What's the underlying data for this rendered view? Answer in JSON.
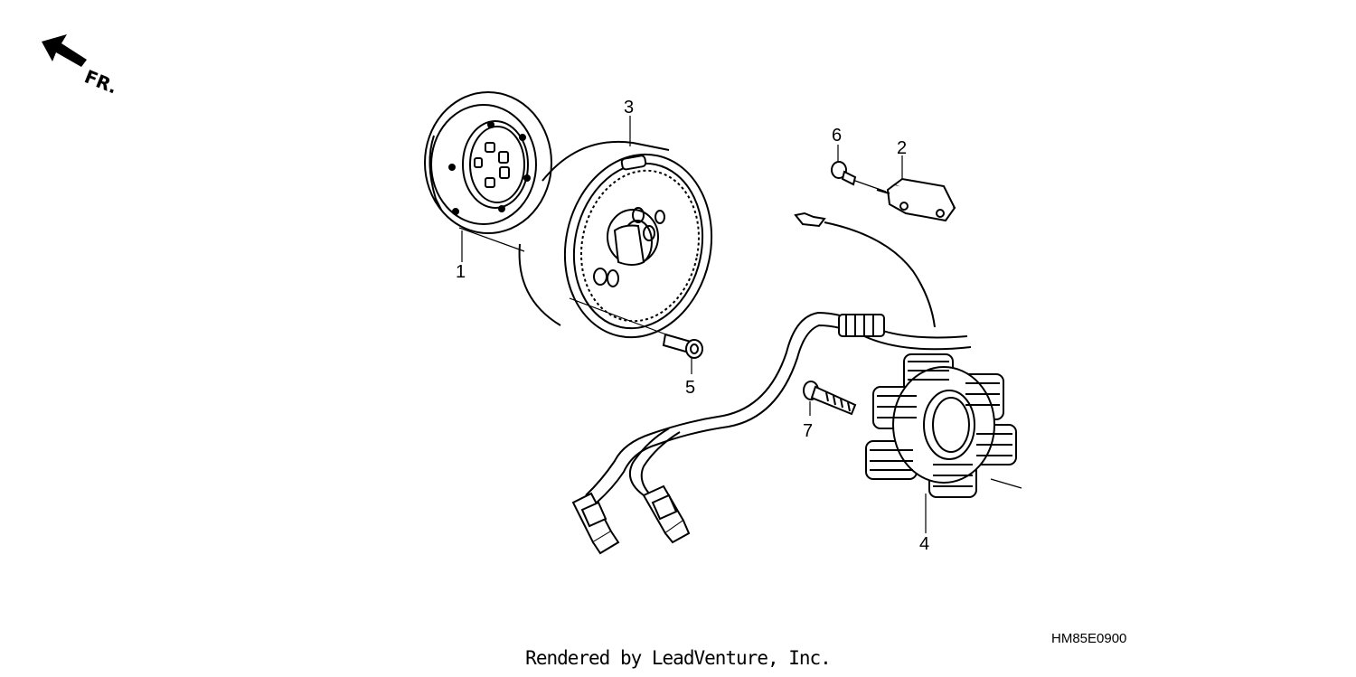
{
  "direction_label": "FR.",
  "callouts": {
    "c1": "1",
    "c2": "2",
    "c3": "3",
    "c4": "4",
    "c5": "5",
    "c6": "6",
    "c7": "7"
  },
  "diagram_code": "HM85E0900",
  "credit": "Rendered by LeadVenture, Inc.",
  "icons": [
    "front-direction-arrow-icon"
  ]
}
